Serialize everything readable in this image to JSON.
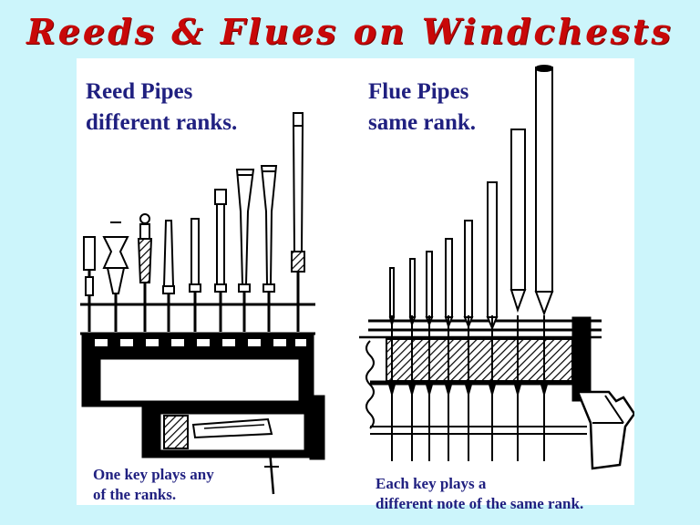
{
  "title": "Reeds & Flues on Windchests",
  "reed": {
    "heading_line1": "Reed Pipes",
    "heading_line2": "different ranks.",
    "caption_line1": "One key plays any",
    "caption_line2": "of the ranks."
  },
  "flue": {
    "heading_line1": "Flue Pipes",
    "heading_line2": "same rank.",
    "caption_line1": "Each key plays a",
    "caption_line2": "different note of the same rank."
  },
  "colors": {
    "title": "#c80808",
    "text": "#202080",
    "background": "#ccf5fb",
    "ink": "#000000"
  }
}
